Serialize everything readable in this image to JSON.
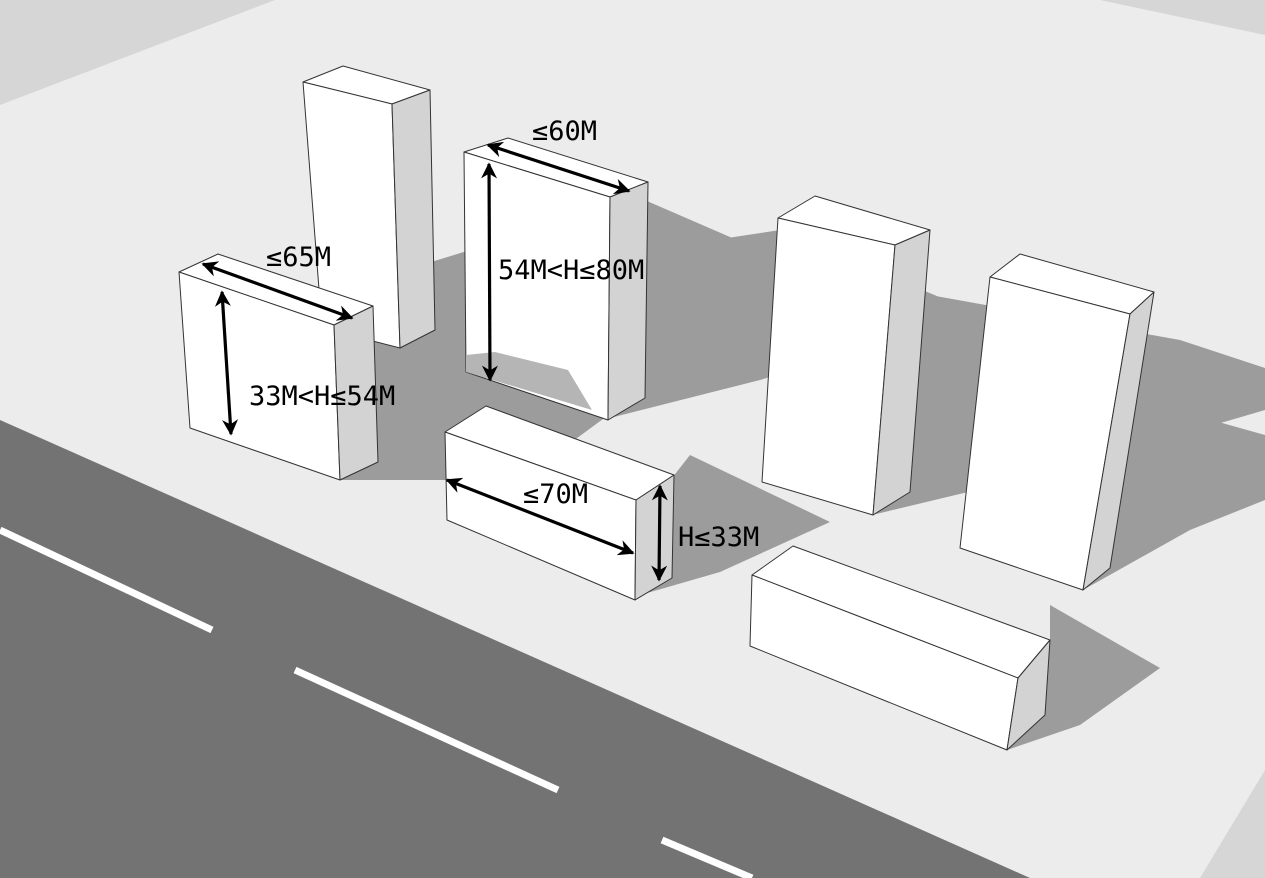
{
  "annotations": {
    "width_a": "≤65M",
    "height_a": "33M<H≤54M",
    "width_b": "≤60M",
    "height_b": "54M<H≤80M",
    "width_c": "≤70M",
    "height_c": "H≤33M"
  },
  "colors": {
    "background": "#d6d6d6",
    "ground": "#ececec",
    "road": "#737373",
    "road_marking": "#ffffff",
    "shadow": "#9c9c9c",
    "building_face": "#ffffff",
    "building_side": "#d3d3d3",
    "dimension_arrow": "#000000"
  }
}
